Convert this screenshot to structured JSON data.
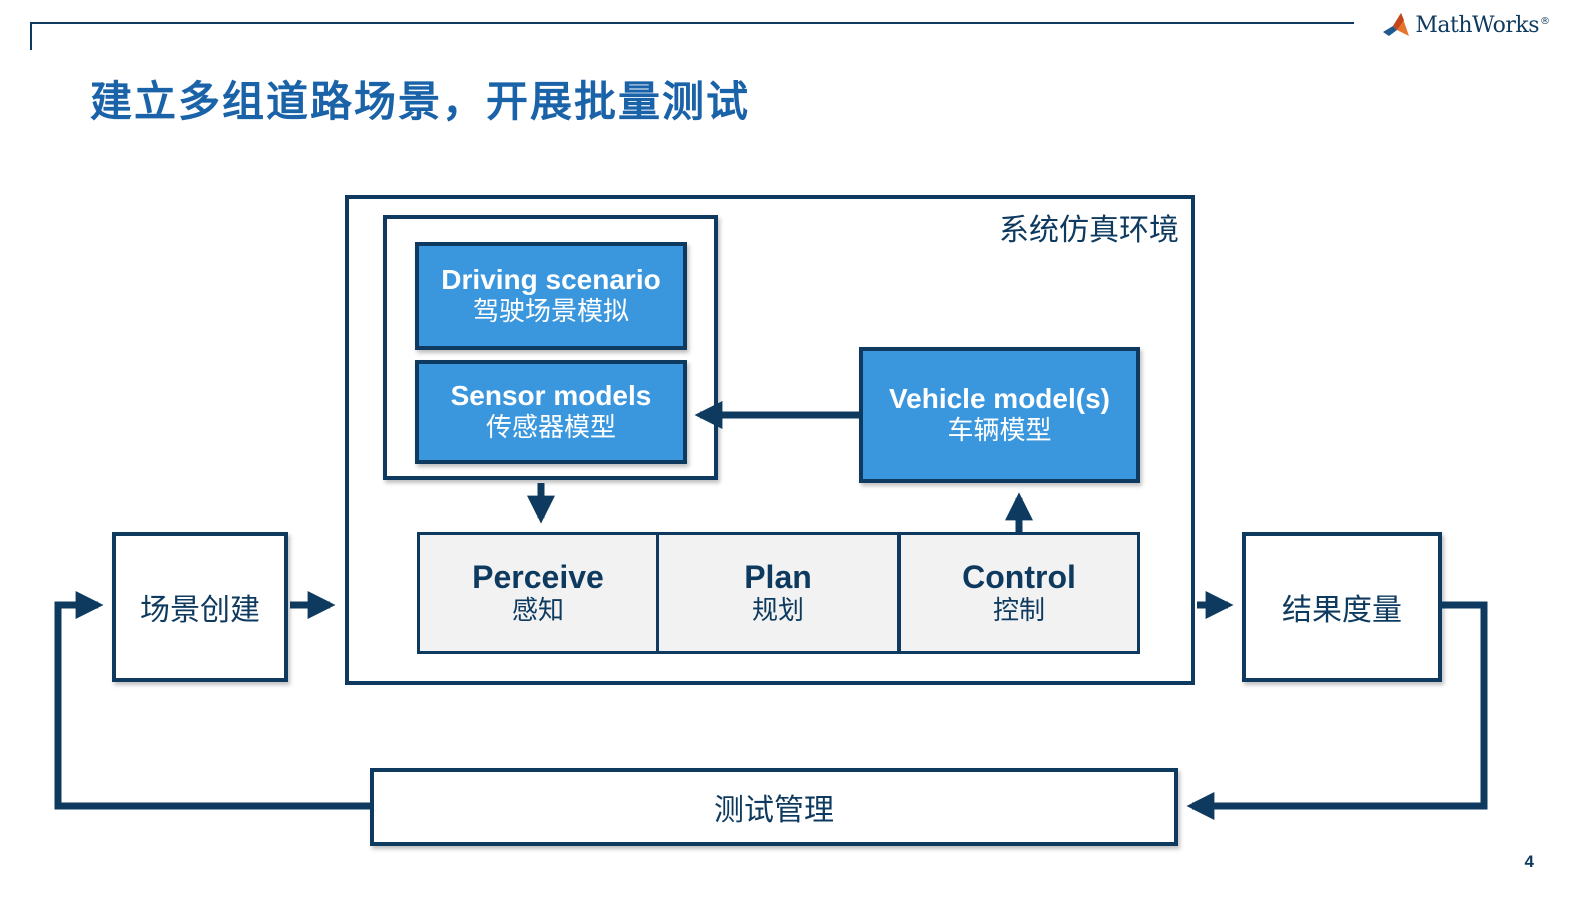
{
  "header": {
    "logo_text": "MathWorks",
    "logo_trademark": "®"
  },
  "title": "建立多组道路场景，开展批量测试",
  "diagram": {
    "environment_label": "系统仿真环境",
    "driving_scenario": {
      "en": "Driving scenario",
      "cn": "驾驶场景模拟"
    },
    "sensor_models": {
      "en": "Sensor models",
      "cn": "传感器模型"
    },
    "vehicle_models": {
      "en": "Vehicle model(s)",
      "cn": "车辆模型"
    },
    "perceive": {
      "en": "Perceive",
      "cn": "感知"
    },
    "plan": {
      "en": "Plan",
      "cn": "规划"
    },
    "control": {
      "en": "Control",
      "cn": "控制"
    },
    "scenario_creation": "场景创建",
    "result_measurement": "结果度量",
    "test_management": "测试管理"
  },
  "page_number": "4",
  "colors": {
    "navy": "#0e3a5f",
    "title_blue": "#1a63a8",
    "box_blue": "#3b97dd",
    "box_gray": "#f2f2f2"
  }
}
